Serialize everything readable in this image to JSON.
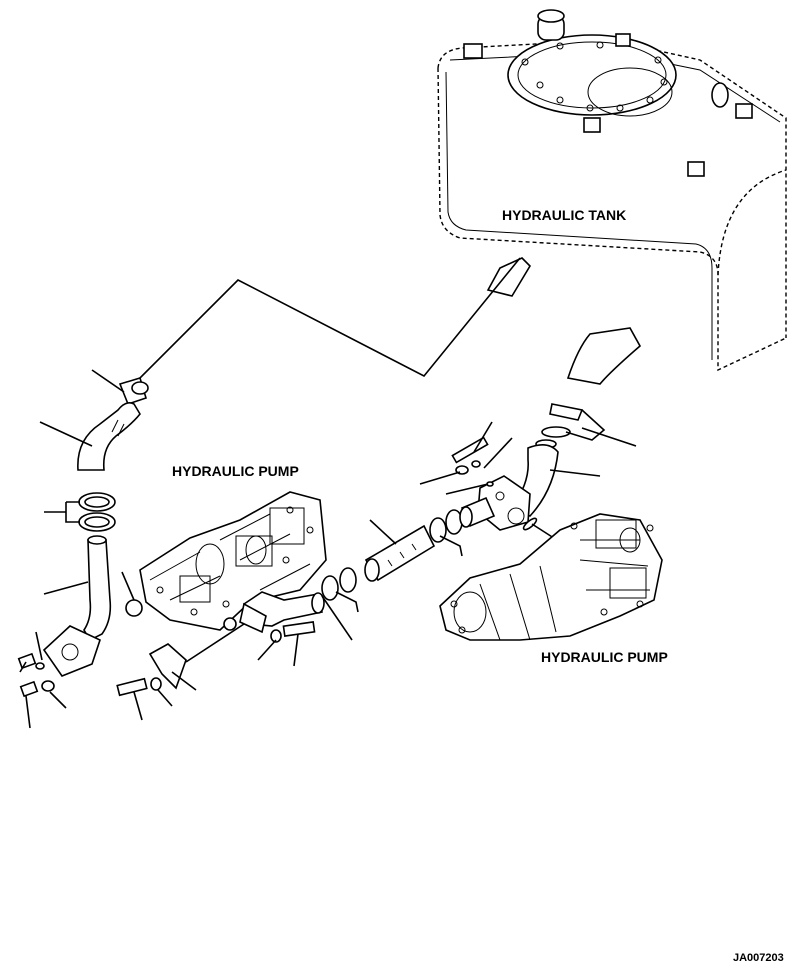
{
  "labels": {
    "tank": "HYDRAULIC TANK",
    "pump_left": "HYDRAULIC PUMP",
    "pump_right": "HYDRAULIC PUMP",
    "drawing_id": "JA007203"
  },
  "colors": {
    "ink": "#000000",
    "paper": "#ffffff"
  }
}
